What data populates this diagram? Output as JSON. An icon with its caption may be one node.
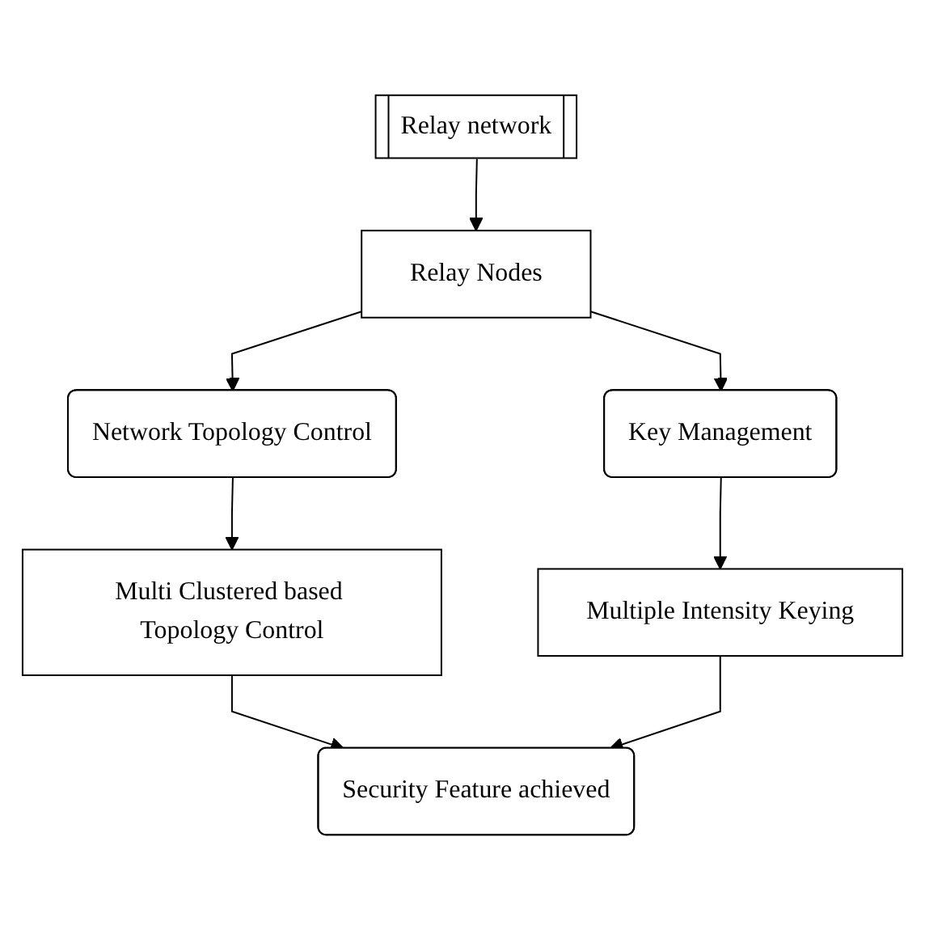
{
  "diagram": {
    "nodes": [
      {
        "text": [
          "Relay network"
        ]
      },
      {
        "text": [
          "Relay Nodes"
        ]
      },
      {
        "text": [
          "Network Topology Control"
        ]
      },
      {
        "text": [
          "Key Management"
        ]
      },
      {
        "text": [
          "Multi Clustered based Topology Control"
        ]
      },
      {
        "text": [
          "Multiple Intensity Keying"
        ]
      },
      {
        "text": [
          "Security Feature achieved"
        ]
      }
    ],
    "edges": [
      {
        "from": 0,
        "to": 1,
        "arrow": "to"
      },
      {
        "from": 1,
        "to": 2,
        "arrow": "to"
      },
      {
        "from": 1,
        "to": 3,
        "arrow": "to"
      },
      {
        "from": 2,
        "to": 4,
        "arrow": "to"
      },
      {
        "from": 3,
        "to": 5,
        "arrow": "to"
      },
      {
        "from": 4,
        "to": 6,
        "arrow": "to"
      },
      {
        "from": 5,
        "to": 6,
        "arrow": "to"
      }
    ]
  }
}
